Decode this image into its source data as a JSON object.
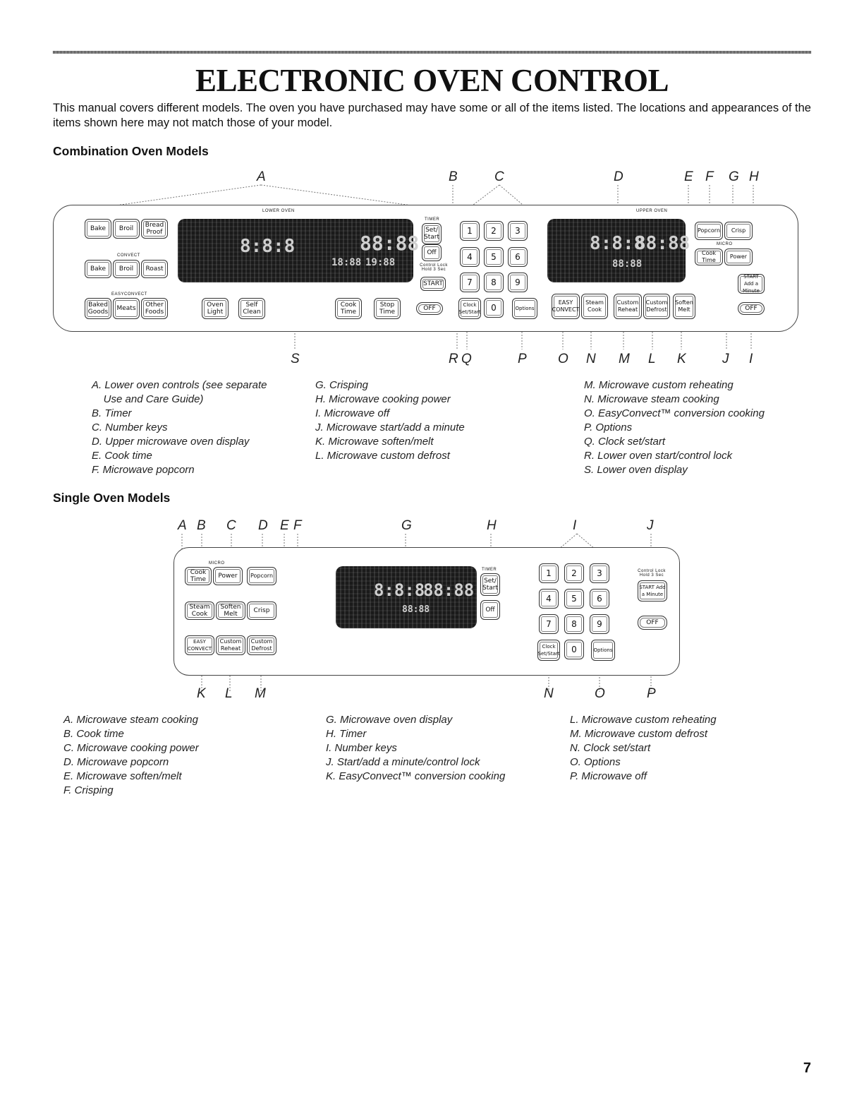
{
  "title": "ELECTRONIC OVEN CONTROL",
  "intro": "This manual covers different models. The oven you have purchased may have some or all of the items listed. The locations and appearances of the items shown here may not match those of your model.",
  "combo": {
    "heading": "Combination Oven Models",
    "callouts_top": [
      "A",
      "B",
      "C",
      "D",
      "E",
      "F",
      "G",
      "H"
    ],
    "callouts_bottom": [
      "S",
      "R",
      "Q",
      "P",
      "O",
      "N",
      "M",
      "L",
      "K",
      "J",
      "I"
    ],
    "panel": {
      "lower_oven_label": "LOWER OVEN",
      "upper_oven_label": "UPPER OVEN",
      "convect_label": "CONVECT",
      "easyconvect_label": "EASYCONVECT",
      "micro_label": "MICRO",
      "timer_label": "TIMER",
      "row1": [
        "Bake",
        "Broil",
        "Bread Proof"
      ],
      "row2": [
        "Bake",
        "Broil",
        "Roast"
      ],
      "row3": [
        "Baked Goods",
        "Meats",
        "Other Foods"
      ],
      "oven_light": "Oven Light",
      "self_clean": "Self Clean",
      "cook_time": "Cook Time",
      "stop_time": "Stop Time",
      "off": "OFF",
      "set_start": "Set/ Start",
      "timer_off": "Off",
      "start": "START",
      "control_lock": "Control Lock Hold 3 Sec",
      "clock_set_start": "Clock Set/Start",
      "options": "Options",
      "digits": [
        "1",
        "2",
        "3",
        "4",
        "5",
        "6",
        "7",
        "8",
        "9",
        "0"
      ],
      "easy_convect": "EASY CONVECT",
      "steam_cook": "Steam Cook",
      "custom_reheat": "Custom Reheat",
      "custom_defrost": "Custom Defrost",
      "soften_melt": "Soften Melt",
      "popcorn": "Popcorn",
      "crisp": "Crisp",
      "micro_cook_time": "Cook Time",
      "power": "Power",
      "start_add": "START Add a Minute",
      "micro_off": "OFF"
    },
    "legend": [
      [
        "A. Lower oven controls (see separate",
        "    Use and Care Guide)",
        "B. Timer",
        "C. Number keys",
        "D. Upper microwave oven display",
        "E. Cook time",
        "F. Microwave popcorn"
      ],
      [
        "G. Crisping",
        "H. Microwave cooking power",
        "I. Microwave off",
        "J. Microwave start/add a minute",
        "K. Microwave soften/melt",
        "L. Microwave custom defrost"
      ],
      [
        "M. Microwave custom reheating",
        "N. Microwave steam cooking",
        "O. EasyConvect™ conversion cooking",
        "P. Options",
        "Q. Clock set/start",
        "R. Lower oven start/control lock",
        "S. Lower oven display"
      ]
    ]
  },
  "single": {
    "heading": "Single Oven Models",
    "callouts_top": [
      "A",
      "B",
      "C",
      "D",
      "E",
      "F",
      "G",
      "H",
      "I",
      "J"
    ],
    "callouts_bottom": [
      "K",
      "L",
      "M",
      "N",
      "O",
      "P"
    ],
    "panel": {
      "micro_label": "MICRO",
      "cook_time": "Cook Time",
      "power": "Power",
      "popcorn": "Popcorn",
      "steam_cook": "Steam Cook",
      "soften_melt": "Soften Melt",
      "crisp": "Crisp",
      "easy_convect": "EASY CONVECT",
      "custom_reheat": "Custom Reheat",
      "custom_defrost": "Custom Defrost",
      "timer_label": "TIMER",
      "set_start": "Set/ Start",
      "timer_off": "Off",
      "digits": [
        "1",
        "2",
        "3",
        "4",
        "5",
        "6",
        "7",
        "8",
        "9",
        "0"
      ],
      "clock_set_start": "Clock Set/Start",
      "options": "Options",
      "control_lock": "Control Lock Hold 3 Sec",
      "start_add": "START Add a Minute",
      "off": "OFF"
    },
    "legend": [
      [
        "A. Microwave steam cooking",
        "B. Cook time",
        "C. Microwave cooking power",
        "D. Microwave popcorn",
        "E. Microwave soften/melt",
        "F. Crisping"
      ],
      [
        "G. Microwave oven display",
        "H. Timer",
        "I. Number keys",
        "J. Start/add a minute/control lock",
        "K. EasyConvect™ conversion cooking"
      ],
      [
        "L. Microwave custom reheating",
        "M. Microwave custom defrost",
        "N. Clock set/start",
        "O. Options",
        "P. Microwave off"
      ]
    ]
  },
  "page_number": "7"
}
